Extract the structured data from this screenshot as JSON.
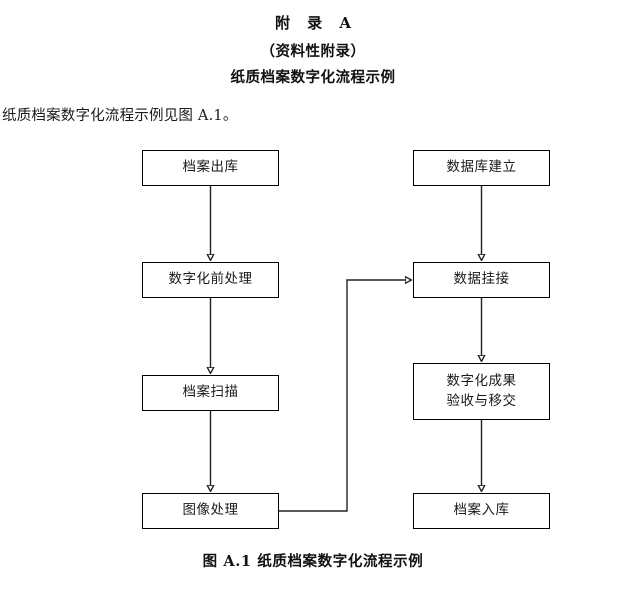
{
  "document": {
    "annex_title": "附 录 A",
    "annex_type": "（资料性附录）",
    "annex_name": "纸质档案数字化流程示例",
    "intro_line": "纸质档案数字化流程示例见图 A.1。",
    "figure_caption": "图 A.1  纸质档案数字化流程示例"
  },
  "flowchart": {
    "nodes": [
      {
        "id": "dossier-out",
        "label": "档案出库",
        "column": "left",
        "order": 1
      },
      {
        "id": "pre-process",
        "label": "数字化前处理",
        "column": "left",
        "order": 2
      },
      {
        "id": "scan",
        "label": "档案扫描",
        "column": "left",
        "order": 3
      },
      {
        "id": "image-process",
        "label": "图像处理",
        "column": "left",
        "order": 4
      },
      {
        "id": "db-build",
        "label": "数据库建立",
        "column": "right",
        "order": 1
      },
      {
        "id": "data-link",
        "label": "数据挂接",
        "column": "right",
        "order": 2
      },
      {
        "id": "acceptance",
        "label": "数字化成果\n验收与移交",
        "column": "right",
        "order": 3
      },
      {
        "id": "dossier-in",
        "label": "档案入库",
        "column": "right",
        "order": 4
      }
    ],
    "edges": [
      {
        "from": "dossier-out",
        "to": "pre-process",
        "type": "vertical-arrow"
      },
      {
        "from": "pre-process",
        "to": "scan",
        "type": "vertical-arrow"
      },
      {
        "from": "scan",
        "to": "image-process",
        "type": "vertical-arrow"
      },
      {
        "from": "image-process",
        "to": "data-link",
        "type": "elbow-arrow"
      },
      {
        "from": "db-build",
        "to": "data-link",
        "type": "vertical-arrow"
      },
      {
        "from": "data-link",
        "to": "acceptance",
        "type": "vertical-arrow"
      },
      {
        "from": "acceptance",
        "to": "dossier-in",
        "type": "vertical-arrow"
      }
    ],
    "colors": {
      "background": "#ffffff",
      "box_border": "#000000",
      "edge_line": "#222222",
      "text": "#1a1a1a"
    }
  }
}
